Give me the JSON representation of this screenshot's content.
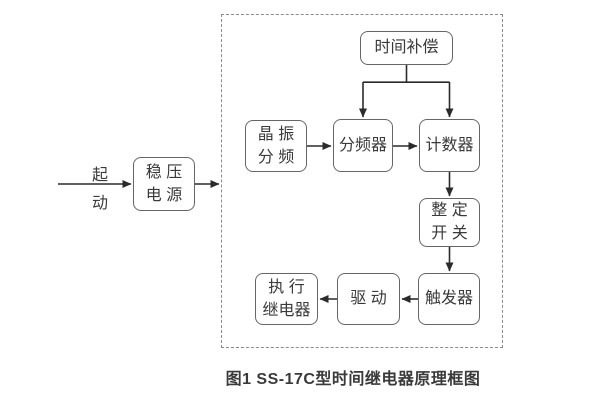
{
  "figure": {
    "caption": "图1 SS-17C型时间继电器原理框图",
    "start_label": {
      "line1": "起",
      "line2": "动"
    },
    "blocks": {
      "power_supply": {
        "line1": "稳 压",
        "line2": "电 源"
      },
      "time_compensation": {
        "line1": "时间补偿"
      },
      "crystal_divider": {
        "line1": "晶 振",
        "line2": "分 频"
      },
      "frequency_divider": {
        "line1": "分频器"
      },
      "counter": {
        "line1": "计数器"
      },
      "setting_switch": {
        "line1": "整 定",
        "line2": "开 关"
      },
      "trigger": {
        "line1": "触发器"
      },
      "driver": {
        "line1": "驱 动"
      },
      "output_relay": {
        "line1": "执 行",
        "line2": "继电器"
      }
    },
    "connections": [
      "起动 → 稳压电源",
      "稳压电源 → 虚线框电路",
      "时间补偿 → 分频器",
      "时间补偿 → 计数器",
      "晶振分频 → 分频器",
      "分频器 → 计数器",
      "计数器 → 整定开关",
      "整定开关 → 触发器",
      "触发器 → 驱动",
      "驱动 → 执行继电器"
    ],
    "colors": {
      "background": "#ffffff",
      "box_border": "#666666",
      "dashed_frame": "#8a8a8a",
      "connector": "#2b2b2b",
      "text": "#3a3a3a"
    }
  }
}
